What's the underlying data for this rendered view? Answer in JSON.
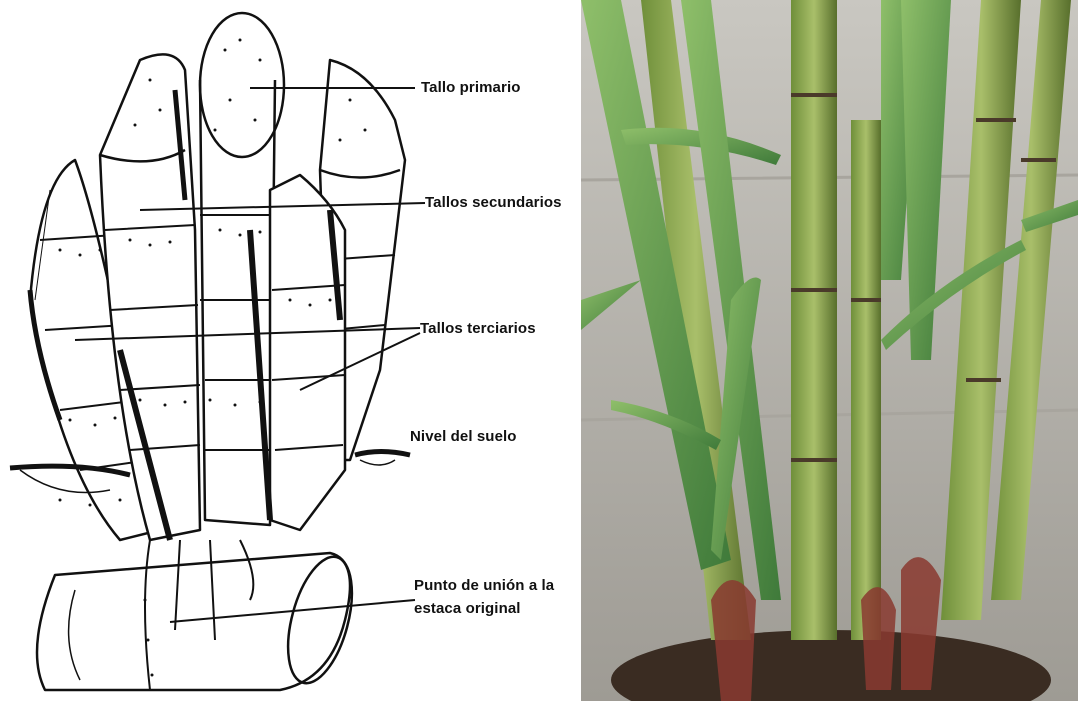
{
  "diagram": {
    "labels": {
      "primary_stalk": "Tallo primario",
      "secondary_stalks": "Tallos secundarios",
      "tertiary_stalks": "Tallos terciarios",
      "ground_level": "Nivel del suelo",
      "junction_line1": "Punto de unión a la",
      "junction_line2": "estaca original"
    }
  },
  "photo": {
    "subject": "sugarcane stalks growing at base of wall"
  }
}
